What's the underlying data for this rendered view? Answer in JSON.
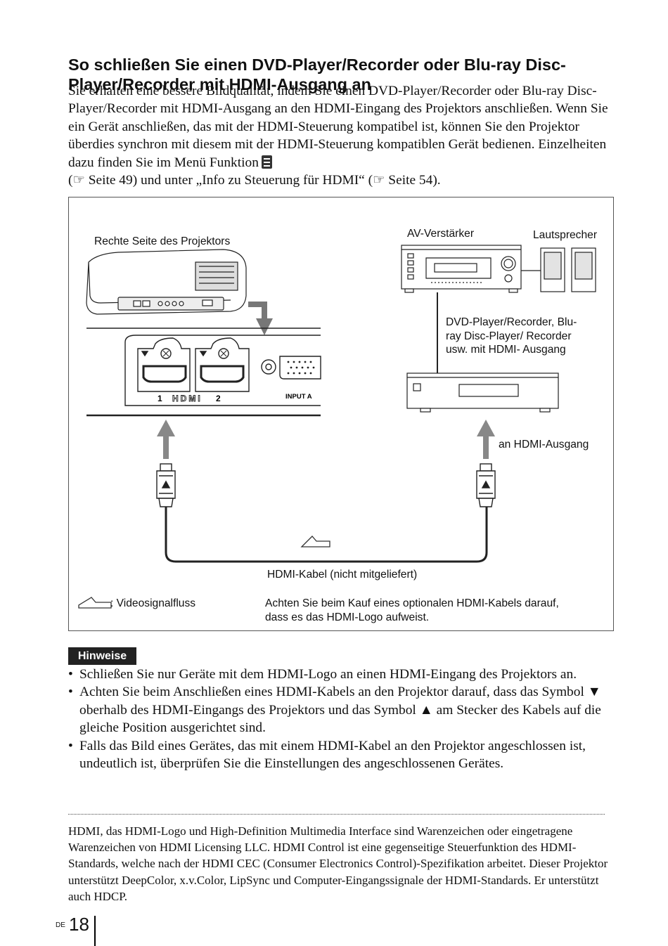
{
  "section_title": "So schließen Sie einen DVD-Player/Recorder oder Blu-ray Disc-Player/Recorder mit HDMI-Ausgang an",
  "intro": {
    "part1": "Sie erhalten eine bessere Bildqualität, indem Sie einen DVD-Player/Recorder oder Blu-ray Disc-Player/Recorder mit HDMI-Ausgang an den HDMI-Eingang des Projektors anschließen. Wenn Sie ein Gerät anschließen, das mit der HDMI-Steuerung kompatibel ist, können Sie den Projektor überdies synchron mit diesem mit der HDMI-Steuerung kompatiblen Gerät bedienen. Einzelheiten dazu finden Sie im Menü Funktion",
    "part2": "(☞ Seite 49) und unter „Info zu Steuerung für HDMI“ (☞ Seite 54)."
  },
  "diagram": {
    "projector_label": "Rechte Seite des Projektors",
    "amplifier_label": "AV-Verstärker",
    "speaker_label": "Lautsprecher",
    "player_label": "DVD-Player/Recorder, Blu-ray Disc-Player/ Recorder usw. mit HDMI- Ausgang",
    "hdmi_out_label": "an HDMI-Ausgang",
    "cable_label": "HDMI-Kabel (nicht mitgeliefert)",
    "legend_label": ": Videosignalfluss",
    "purchase_note": "Achten Sie beim Kauf eines optionalen HDMI-Kabels darauf, dass es das HDMI-Logo aufweist.",
    "port1": "1",
    "port2": "2",
    "hdmi_logo": "HDMI",
    "input_a": "INPUT A"
  },
  "notes": {
    "badge": "Hinweise",
    "items": [
      "Schließen Sie nur Geräte mit dem HDMI-Logo an einen HDMI-Eingang des Projektors an.",
      "Achten Sie beim Anschließen eines HDMI-Kabels an den Projektor darauf, dass das Symbol ▼ oberhalb des HDMI-Eingangs des Projektors und das Symbol ▲ am Stecker des Kabels auf die gleiche Position ausgerichtet sind.",
      "Falls das Bild eines Gerätes, das mit einem HDMI-Kabel an den Projektor angeschlossen ist, undeutlich ist, überprüfen Sie die Einstellungen des angeschlossenen Gerätes."
    ]
  },
  "trademark": "HDMI, das HDMI-Logo und High-Definition Multimedia Interface sind Warenzeichen oder eingetragene Warenzeichen von HDMI Licensing LLC. HDMI Control ist eine gegenseitige Steuerfunktion des HDMI-Standards, welche nach der HDMI CEC (Consumer Electronics Control)-Spezifikation arbeitet. Dieser Projektor unterstützt DeepColor, x.v.Color, LipSync und Computer-Eingangssignale der HDMI-Standards.  Er unterstützt auch HDCP.",
  "footer": {
    "lang": "DE",
    "page": "18"
  }
}
